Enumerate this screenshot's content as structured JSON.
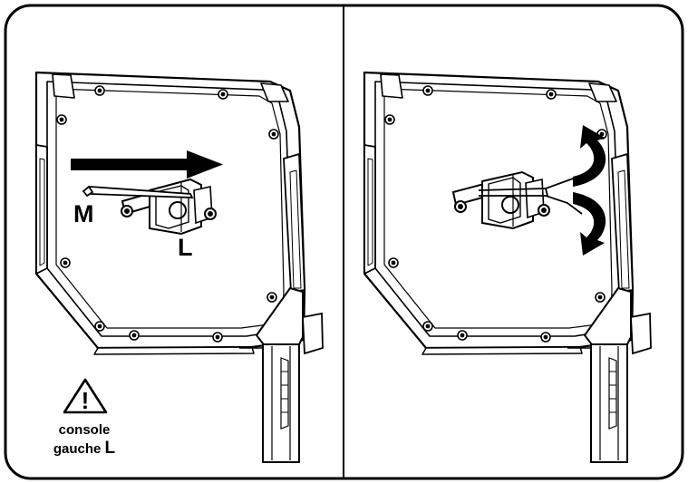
{
  "labels": {
    "clip": "M",
    "bracket": "L"
  },
  "warning": {
    "line1": "console",
    "line2": "gauche",
    "side": "L",
    "glyph": "!"
  },
  "colors": {
    "ink": "#000000",
    "paper": "#ffffff"
  },
  "icons": [
    "warning-triangle-icon",
    "arrow-right-icon",
    "double-curved-arrow-icon"
  ]
}
